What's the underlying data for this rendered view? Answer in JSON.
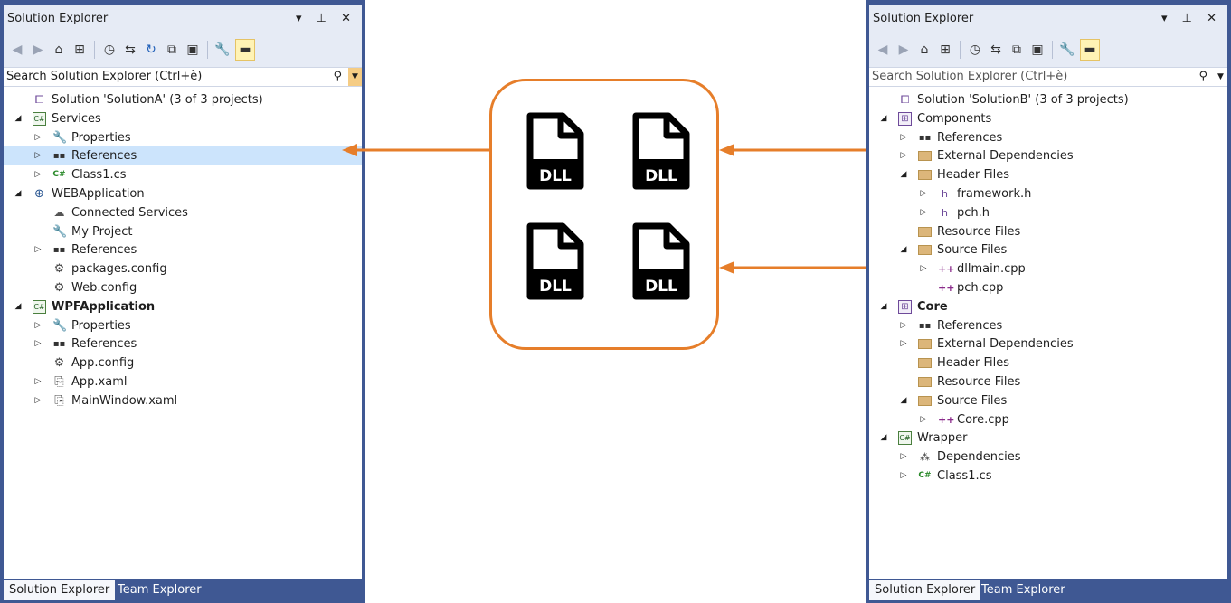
{
  "panel_a": {
    "title": "Solution Explorer",
    "controls": "▾ ⊥ ✕",
    "search_placeholder": "Search Solution Explorer (Ctrl+è)",
    "tree": [
      {
        "label": "Solution 'SolutionA' (3 of 3 projects)",
        "icon": "solution-icon",
        "depth": 0,
        "expander": ""
      },
      {
        "label": "Services",
        "icon": "csharp-project-icon",
        "depth": 0,
        "expander": "expanded"
      },
      {
        "label": "Properties",
        "icon": "wrench-icon",
        "depth": 1,
        "expander": "collapsed"
      },
      {
        "label": "References",
        "icon": "references-icon",
        "depth": 1,
        "expander": "collapsed",
        "selected": true
      },
      {
        "label": "Class1.cs",
        "icon": "csharp-file-icon",
        "depth": 1,
        "expander": "collapsed"
      },
      {
        "label": "WEBApplication",
        "icon": "web-project-icon",
        "depth": 0,
        "expander": "expanded"
      },
      {
        "label": "Connected Services",
        "icon": "connected-services-icon",
        "depth": 1,
        "expander": ""
      },
      {
        "label": "My Project",
        "icon": "wrench-icon",
        "depth": 1,
        "expander": ""
      },
      {
        "label": "References",
        "icon": "references-icon",
        "depth": 1,
        "expander": "collapsed"
      },
      {
        "label": "packages.config",
        "icon": "config-file-icon",
        "depth": 1,
        "expander": ""
      },
      {
        "label": "Web.config",
        "icon": "config-file-icon",
        "depth": 1,
        "expander": ""
      },
      {
        "label": "WPFApplication",
        "icon": "csharp-project-icon",
        "depth": 0,
        "expander": "expanded",
        "bold": true
      },
      {
        "label": "Properties",
        "icon": "wrench-icon",
        "depth": 1,
        "expander": "collapsed"
      },
      {
        "label": "References",
        "icon": "references-icon",
        "depth": 1,
        "expander": "collapsed"
      },
      {
        "label": "App.config",
        "icon": "config-file-icon",
        "depth": 1,
        "expander": ""
      },
      {
        "label": "App.xaml",
        "icon": "xaml-file-icon",
        "depth": 1,
        "expander": "collapsed"
      },
      {
        "label": "MainWindow.xaml",
        "icon": "xaml-file-icon",
        "depth": 1,
        "expander": "collapsed"
      }
    ],
    "tabs": [
      "Solution Explorer",
      "Team Explorer"
    ]
  },
  "panel_b": {
    "title": "Solution Explorer",
    "controls": "▾ ⊥ ✕",
    "search_placeholder": "Search Solution Explorer (Ctrl+è)",
    "tree": [
      {
        "label": "Solution 'SolutionB' (3 of 3 projects)",
        "icon": "solution-icon",
        "depth": 0,
        "expander": ""
      },
      {
        "label": "Components",
        "icon": "cpp-project-icon",
        "depth": 0,
        "expander": "expanded"
      },
      {
        "label": "References",
        "icon": "references-icon",
        "depth": 1,
        "expander": "collapsed"
      },
      {
        "label": "External Dependencies",
        "icon": "external-deps-icon",
        "depth": 1,
        "expander": "collapsed"
      },
      {
        "label": "Header Files",
        "icon": "folder-icon",
        "depth": 1,
        "expander": "expanded"
      },
      {
        "label": "framework.h",
        "icon": "header-file-icon",
        "depth": 2,
        "expander": "collapsed"
      },
      {
        "label": "pch.h",
        "icon": "header-file-icon",
        "depth": 2,
        "expander": "collapsed"
      },
      {
        "label": "Resource Files",
        "icon": "folder-icon",
        "depth": 1,
        "expander": ""
      },
      {
        "label": "Source Files",
        "icon": "folder-icon",
        "depth": 1,
        "expander": "expanded"
      },
      {
        "label": "dllmain.cpp",
        "icon": "cpp-file-icon",
        "depth": 2,
        "expander": "collapsed"
      },
      {
        "label": "pch.cpp",
        "icon": "cpp-file-icon",
        "depth": 2,
        "expander": ""
      },
      {
        "label": "Core",
        "icon": "cpp-project-icon",
        "depth": 0,
        "expander": "expanded",
        "bold": true
      },
      {
        "label": "References",
        "icon": "references-icon",
        "depth": 1,
        "expander": "collapsed"
      },
      {
        "label": "External Dependencies",
        "icon": "external-deps-icon",
        "depth": 1,
        "expander": "collapsed"
      },
      {
        "label": "Header Files",
        "icon": "folder-icon",
        "depth": 1,
        "expander": ""
      },
      {
        "label": "Resource Files",
        "icon": "folder-icon",
        "depth": 1,
        "expander": ""
      },
      {
        "label": "Source Files",
        "icon": "folder-icon",
        "depth": 1,
        "expander": "expanded"
      },
      {
        "label": "Core.cpp",
        "icon": "cpp-file-icon",
        "depth": 2,
        "expander": "collapsed"
      },
      {
        "label": "Wrapper",
        "icon": "csharp-project-icon",
        "depth": 0,
        "expander": "expanded"
      },
      {
        "label": "Dependencies",
        "icon": "dependencies-icon",
        "depth": 1,
        "expander": "collapsed"
      },
      {
        "label": "Class1.cs",
        "icon": "csharp-file-icon",
        "depth": 1,
        "expander": "collapsed"
      }
    ],
    "tabs": [
      "Solution Explorer",
      "Team Explorer"
    ]
  },
  "dll_label": "DLL",
  "colors": {
    "accent_orange": "#e67e2a",
    "panel_border": "#3f5893",
    "selection": "#cce4fc"
  }
}
